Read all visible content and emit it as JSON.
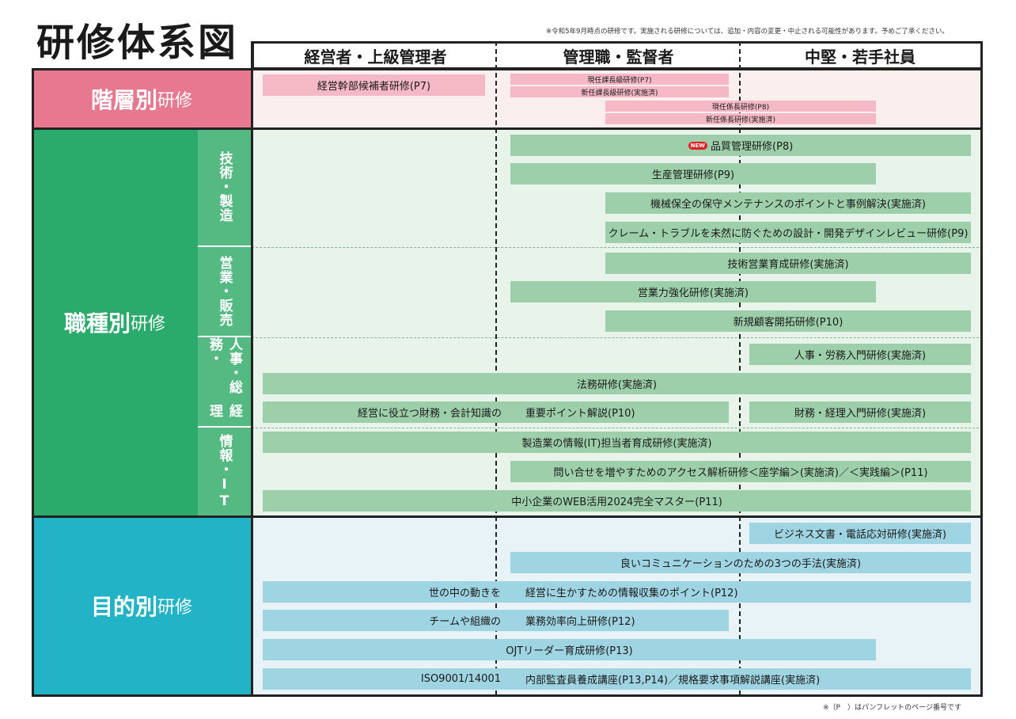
{
  "title": "研修体系図",
  "note_top": "※令和5年9月時点の研修です。実施される研修については、追加・内容の変更・中止される可能性があります。予めご了承ください。",
  "note_bottom": "※（P　）はパンフレットのページ番号です",
  "columns": [
    "経営者・上級管理者",
    "管理職・監督者",
    "中堅・若手社員"
  ],
  "colors": {
    "pink": "#e8788f",
    "green": "#2aab6b",
    "green_sub": "#55b982",
    "blue": "#22b3c6"
  },
  "categories": {
    "hierarchy": {
      "main": "階層別",
      "small": "研修"
    },
    "job": {
      "main": "職種別",
      "small": "研修"
    },
    "purpose": {
      "main": "目的別",
      "small": "研修"
    }
  },
  "subcategories": {
    "tech": "技術・製造",
    "sales_a": "営業・",
    "sales_b": "販売",
    "hr_a": "人事・総務・",
    "hr_b": "経理",
    "it": "情報・IT"
  },
  "hierarchy": {
    "exec": "経営幹部候補者研修(P7)",
    "kacho_current": "現任課長級研修(P7)",
    "kacho_new": "新任課長級研修(実施済)",
    "kakaricho_current": "現任係長研修(P8)",
    "kakaricho_new": "新任係長研修(実施済)"
  },
  "job": {
    "new_badge": "NEW",
    "quality": "品質管理研修(P8)",
    "production": "生産管理研修(P9)",
    "maintenance": "機械保全の保守メンテナンスのポイントと事例解決(実施済)",
    "design_review": "クレーム・トラブルを未然に防ぐための設計・開発デザインレビュー研修(P9)",
    "tech_sales": "技術営業育成研修(実施済)",
    "sales_power": "営業力強化研修(実施済)",
    "new_customer": "新規顧客開拓研修(P10)",
    "hr_labor": "人事・労務入門研修(実施済)",
    "legal": "法務研修(実施済)",
    "finance_left": "経営に役立つ財務・会計知識の",
    "finance_right": "重要ポイント解説(P10)",
    "finance_intro": "財務・経理入門研修(実施済)",
    "it_manager": "製造業の情報(IT)担当者育成研修(実施済)",
    "access": "問い合せを増やすためのアクセス解析研修＜座学編＞(実施済)／＜実践編＞(P11)",
    "web": "中小企業のWEB活用2024完全マスター(P11)"
  },
  "purpose": {
    "business_doc": "ビジネス文書・電話応対研修(実施済)",
    "communication": "良いコミュニケーションのための3つの手法(実施済)",
    "info_left": "世の中の動きを",
    "info_right": "経営に生かすための情報収集のポイント(P12)",
    "efficiency_left": "チームや組織の",
    "efficiency_right": "業務効率向上研修(P12)",
    "ojt": "OJTリーダー育成研修(P13)",
    "iso_left": "ISO9001/14001",
    "iso_right": "内部監査員養成講座(P13,P14)／規格要求事項解説講座(実施済)"
  }
}
